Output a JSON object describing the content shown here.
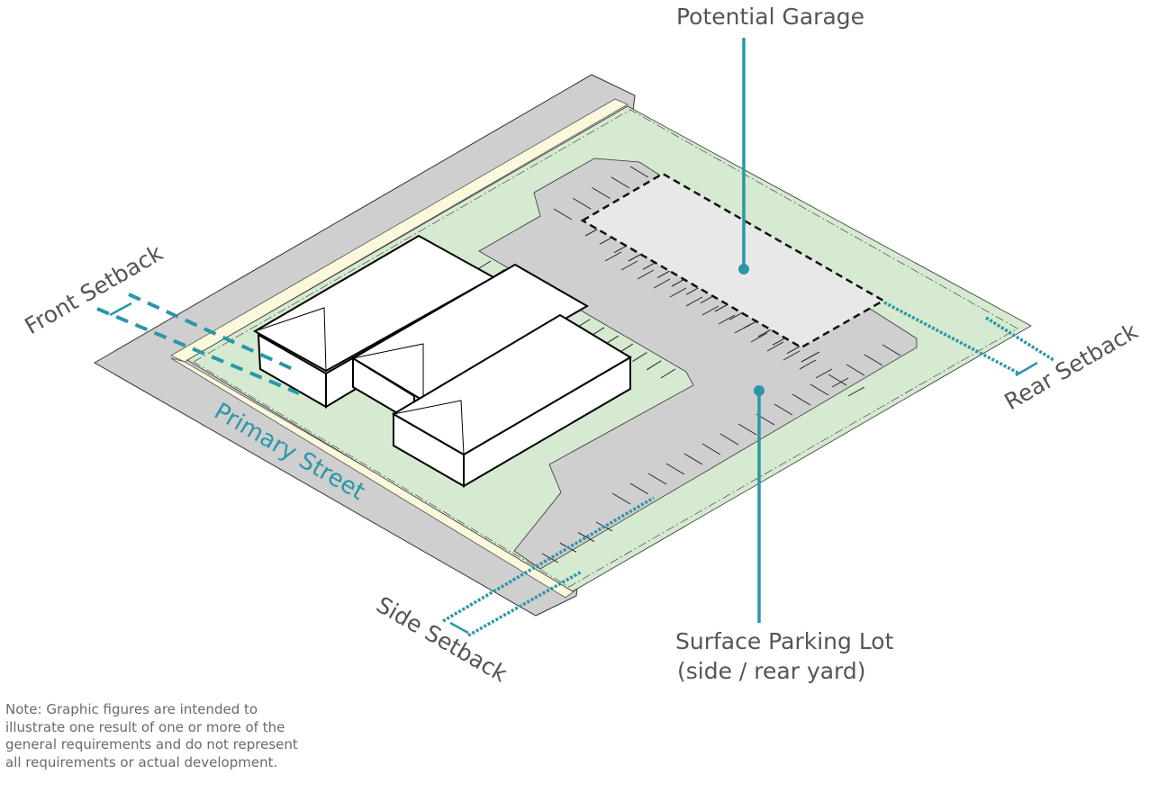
{
  "labels": {
    "potential_garage": "Potential Garage",
    "surface_parking_line1": "Surface Parking Lot",
    "surface_parking_line2": "(side / rear yard)",
    "front_setback": "Front Setback",
    "side_setback": "Side Setback",
    "rear_setback": "Rear Setback",
    "primary_street": "Primary Street"
  },
  "note": "Note: Graphic figures are intended to illustrate one result of one or more of the general requirements and do not represent all requirements or actual development.",
  "colors": {
    "accent": "#2a97a8",
    "street": "#cfcfcf",
    "lot": "#d5ead0",
    "sidewalk": "#fbf8dc",
    "garage": "#e8e8e8",
    "text": "#555555"
  }
}
